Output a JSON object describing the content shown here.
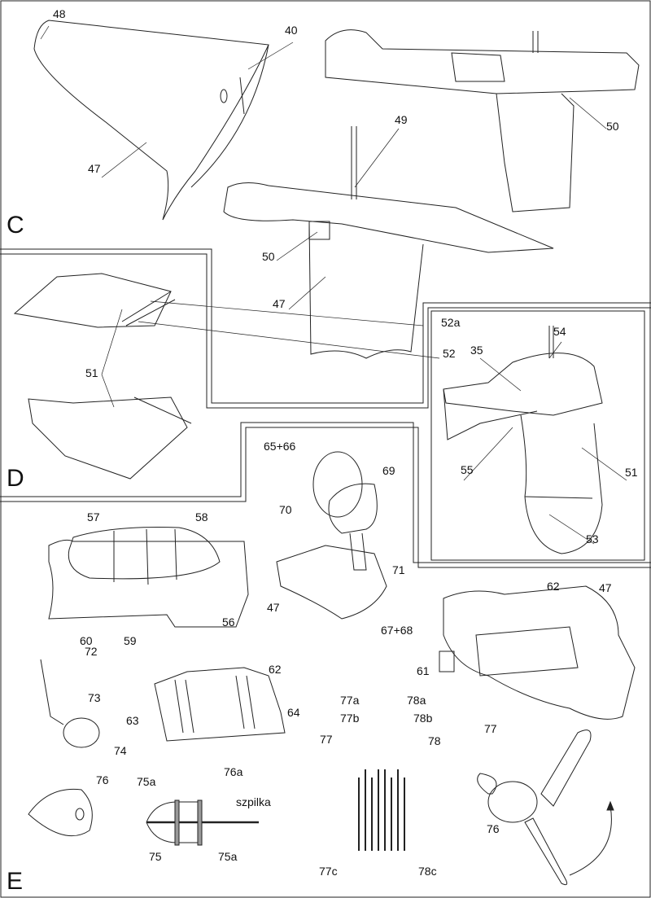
{
  "sections": {
    "c": "C",
    "d": "D",
    "e": "E"
  },
  "labels": {
    "c": [
      "48",
      "40",
      "47",
      "49",
      "50",
      "50",
      "47"
    ],
    "d": [
      "52a",
      "52",
      "51"
    ],
    "tail": [
      "54",
      "35",
      "55",
      "51",
      "53"
    ],
    "seat": [
      "65+66",
      "69",
      "70",
      "71",
      "47",
      "67+68"
    ],
    "canopy": [
      "57",
      "58",
      "56",
      "60",
      "59"
    ],
    "belly": [
      "62",
      "47",
      "61"
    ],
    "stick": [
      "72",
      "73",
      "74"
    ],
    "radiator": [
      "62",
      "63",
      "64"
    ],
    "strips": [
      "77a",
      "77b",
      "77",
      "78a",
      "78b",
      "78",
      "77c",
      "78c"
    ],
    "spinner": [
      "76",
      "75a",
      "76a",
      "szpilka",
      "75",
      "75a"
    ],
    "prop": [
      "77",
      "76"
    ]
  }
}
